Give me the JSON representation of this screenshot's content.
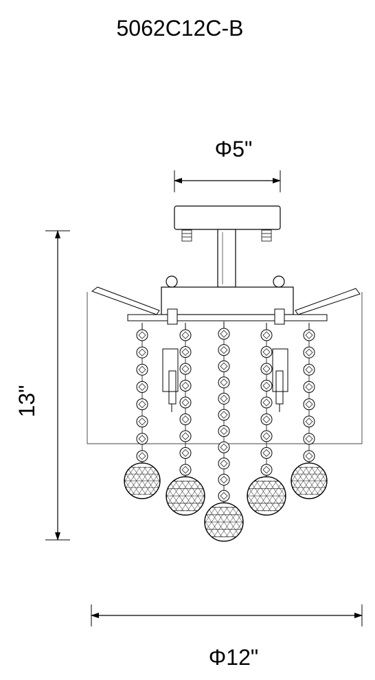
{
  "diagram": {
    "model_number": "5062C12C-B",
    "dimensions": {
      "canopy_diameter": "Φ5\"",
      "height": "13\"",
      "overall_diameter": "Φ12\""
    },
    "colors": {
      "line": "#000000",
      "background": "#ffffff"
    }
  }
}
